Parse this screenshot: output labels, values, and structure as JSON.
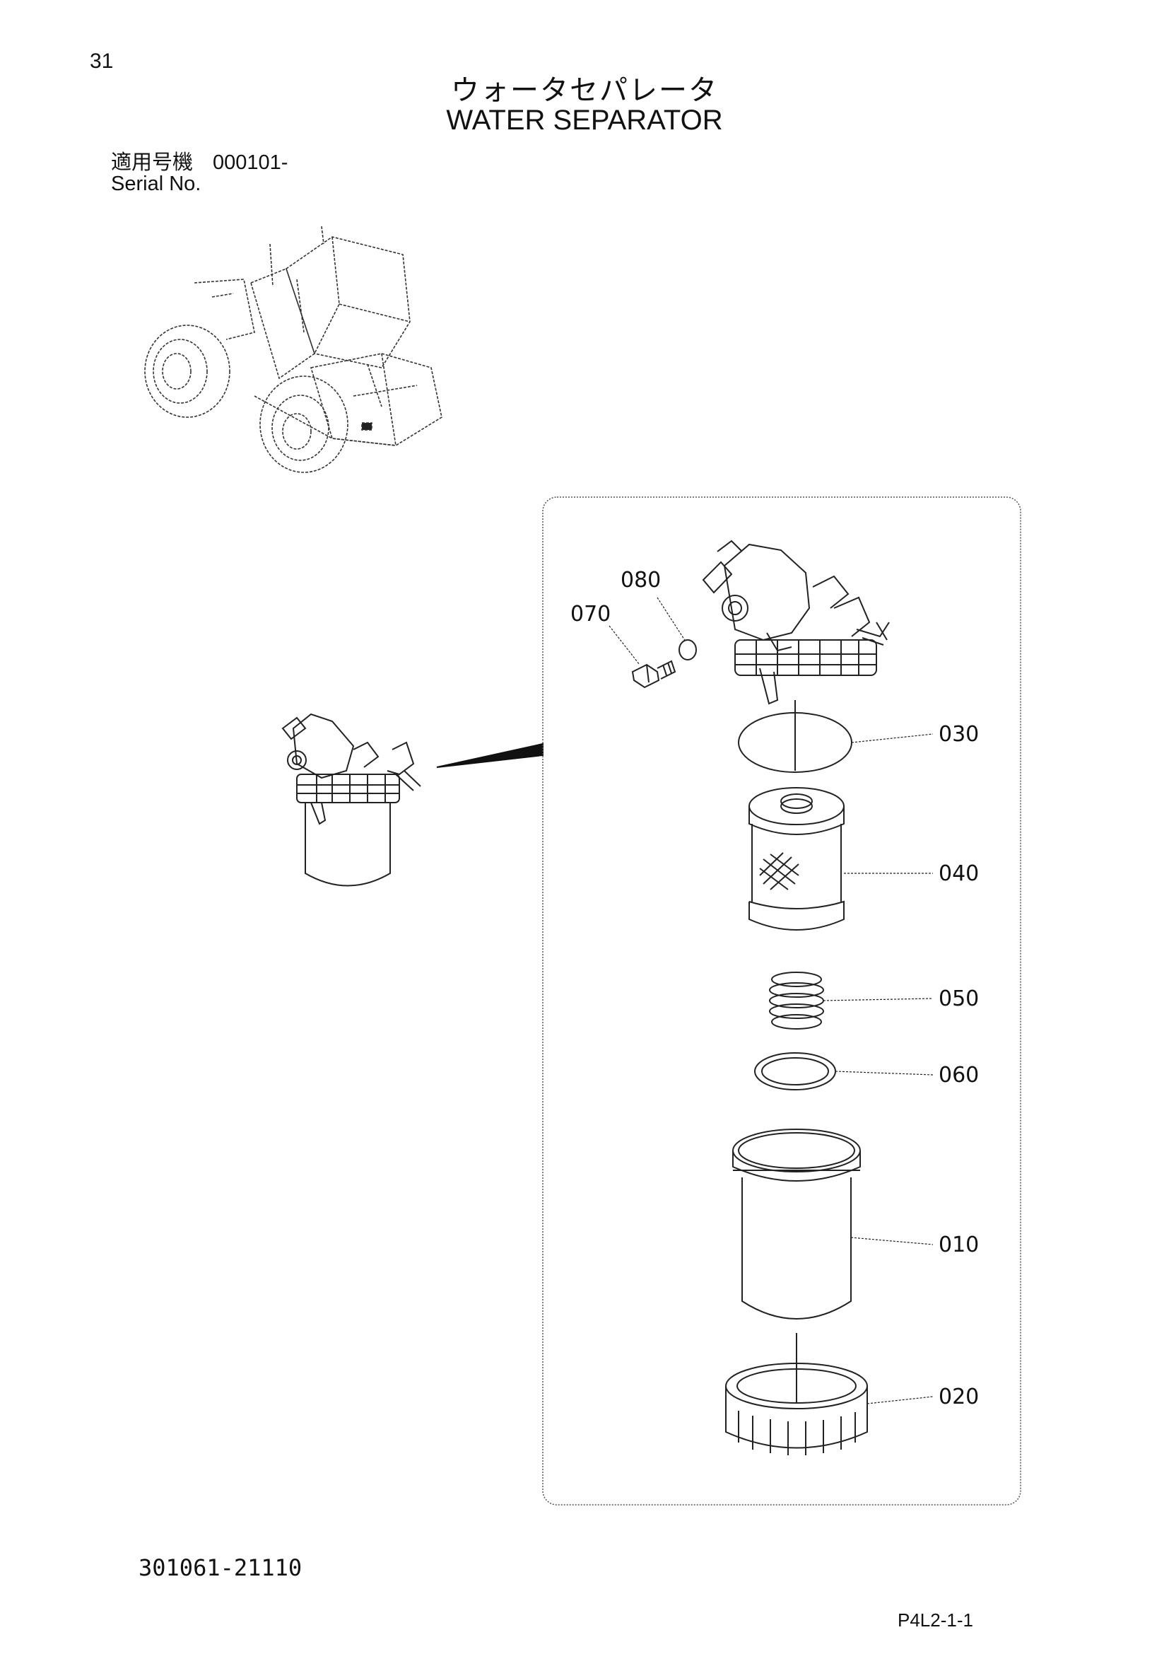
{
  "page": {
    "number": "31",
    "title_jp": "ウォータセパレータ",
    "title_en": "WATER SEPARATOR",
    "serial_label_jp": "適用号機",
    "serial_value": "000101-",
    "serial_label_en": "Serial No.",
    "drawing_number": "301061-21110",
    "page_code": "P4L2-1-1"
  },
  "callouts": [
    {
      "id": "080",
      "label": "080"
    },
    {
      "id": "070",
      "label": "070"
    },
    {
      "id": "030",
      "label": "030"
    },
    {
      "id": "040",
      "label": "040"
    },
    {
      "id": "050",
      "label": "050"
    },
    {
      "id": "060",
      "label": "060"
    },
    {
      "id": "010",
      "label": "010"
    },
    {
      "id": "020",
      "label": "020"
    }
  ]
}
